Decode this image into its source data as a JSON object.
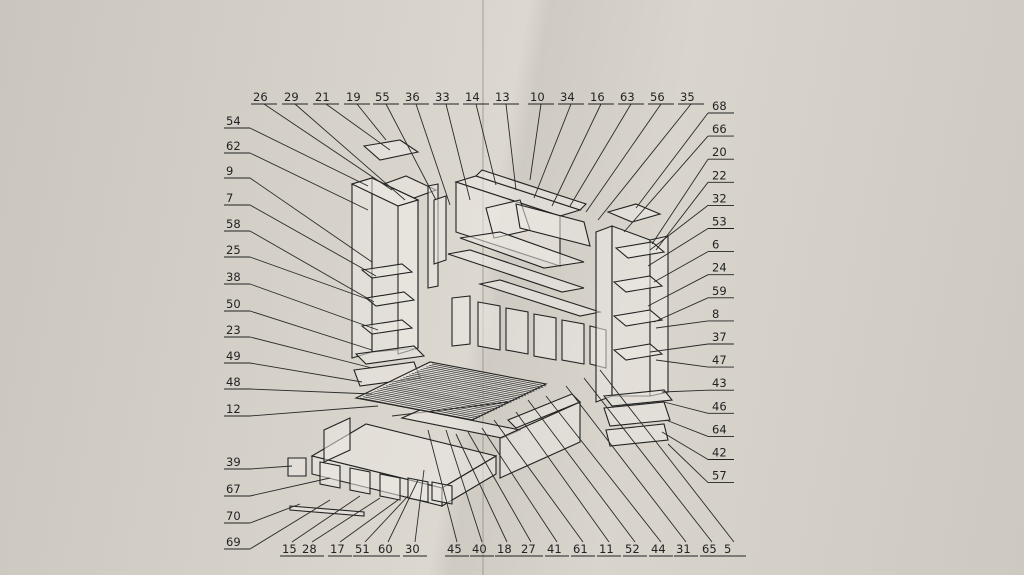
{
  "callouts": {
    "top": [
      "26",
      "29",
      "21",
      "19",
      "55",
      "36",
      "33",
      "14",
      "13",
      "10",
      "34",
      "16",
      "63",
      "56",
      "35"
    ],
    "left": [
      "54",
      "62",
      "9",
      "7",
      "58",
      "25",
      "38",
      "50",
      "23",
      "49",
      "48",
      "12",
      "39",
      "67",
      "70",
      "69"
    ],
    "right": [
      "68",
      "66",
      "20",
      "22",
      "32",
      "53",
      "6",
      "24",
      "59",
      "8",
      "37",
      "47",
      "43",
      "46",
      "64",
      "42",
      "57"
    ],
    "bottom": [
      "15",
      "28",
      "17",
      "51",
      "60",
      "30",
      "45",
      "40",
      "18",
      "27",
      "41",
      "61",
      "11",
      "52",
      "44",
      "31",
      "65",
      "5"
    ]
  }
}
